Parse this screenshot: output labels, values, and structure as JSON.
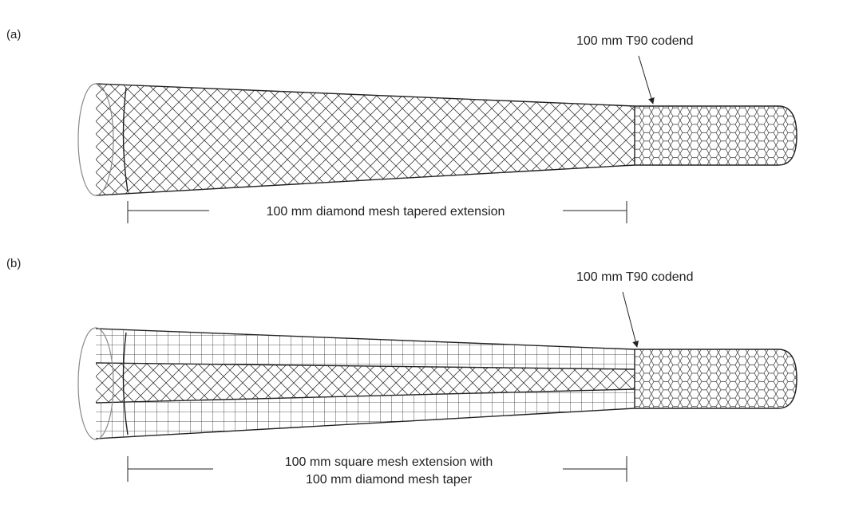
{
  "panels": [
    {
      "id": "a",
      "label": "(a)",
      "codend_label": "100 mm T90 codend",
      "extension_label_lines": [
        "100 mm diamond mesh tapered extension"
      ]
    },
    {
      "id": "b",
      "label": "(b)",
      "codend_label": "100 mm T90 codend",
      "extension_label_lines": [
        "100 mm square mesh extension with",
        "100 mm diamond mesh taper"
      ]
    }
  ],
  "colors": {
    "line": "#222222",
    "rim": "#888888",
    "background": "#ffffff"
  }
}
